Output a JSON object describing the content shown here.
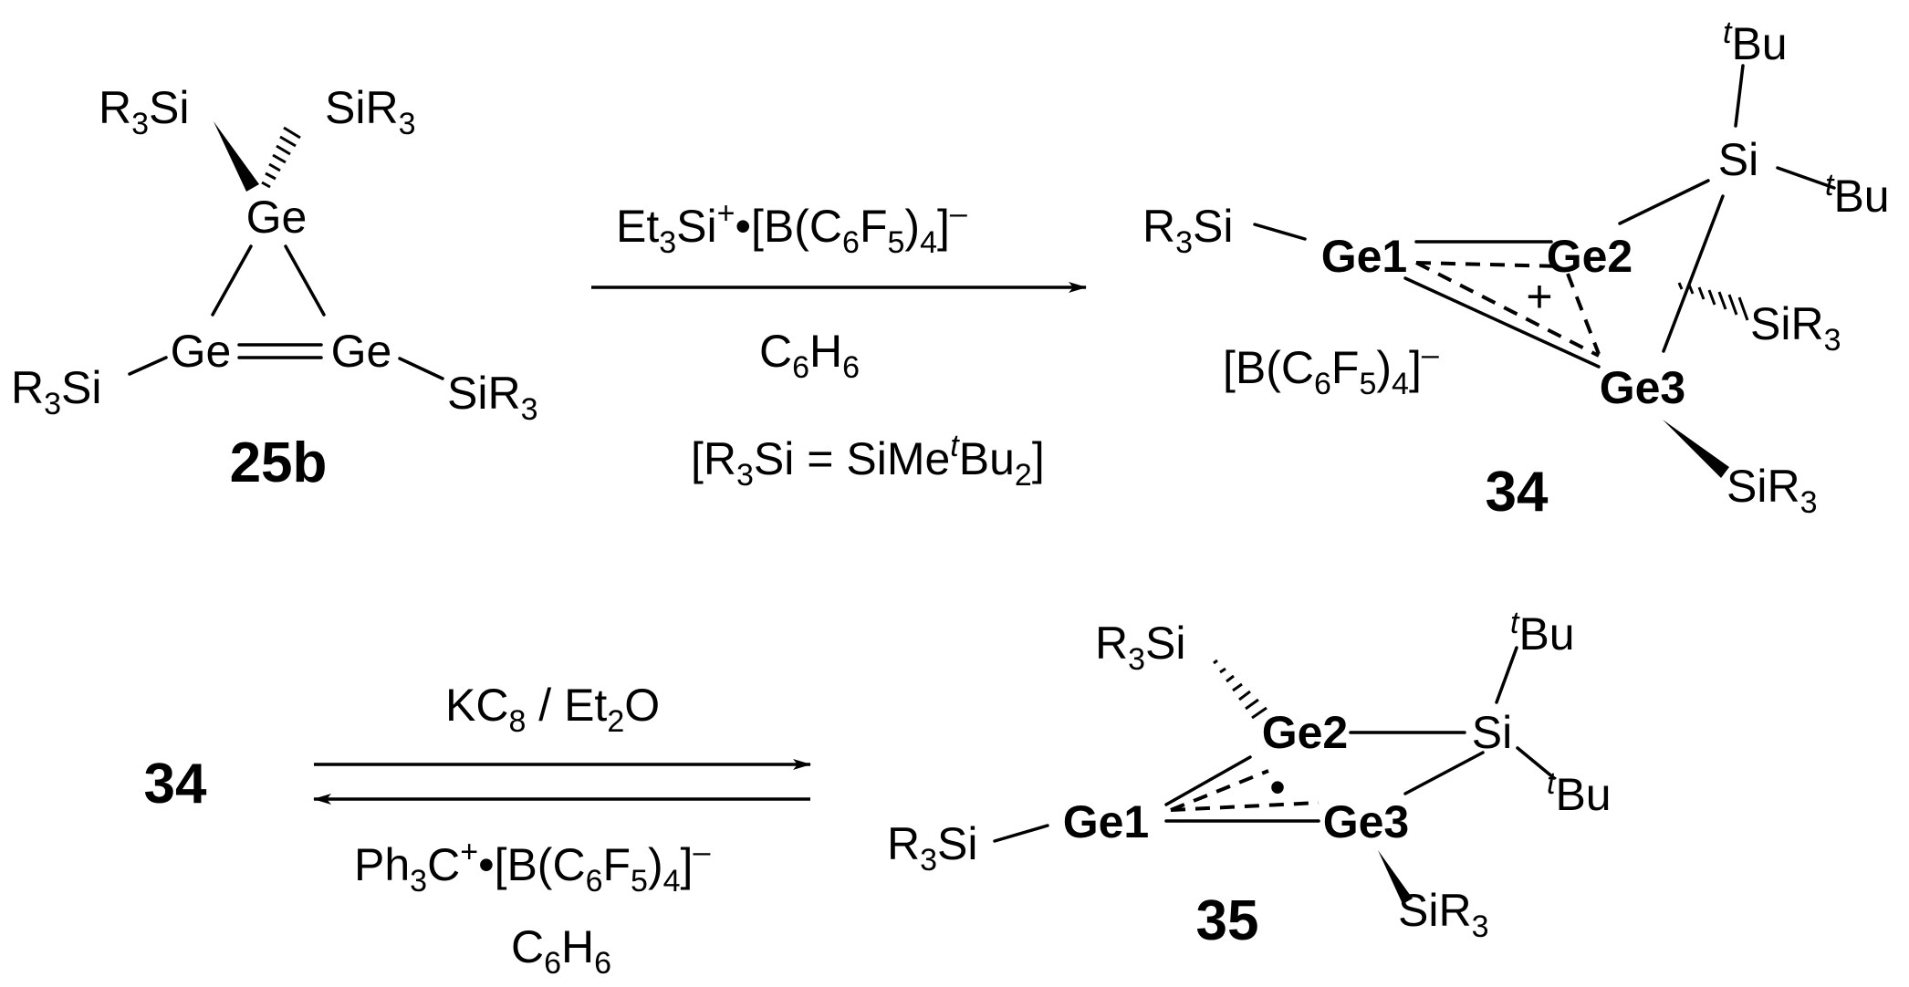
{
  "compounds": {
    "c25b": {
      "label": "25b",
      "atom_top": "Ge",
      "atom_left": "Ge",
      "atom_right": "Ge",
      "sub_top_left": {
        "main": "R",
        "n": "3",
        "end": "Si"
      },
      "sub_top_right": {
        "main": "SiR",
        "n": "3"
      },
      "sub_left": {
        "main": "R",
        "n": "3",
        "end": "Si"
      },
      "sub_right": {
        "main": "SiR",
        "n": "3"
      }
    },
    "c34": {
      "label": "34",
      "ge1": "Ge1",
      "ge2": "Ge2",
      "ge3": "Ge3",
      "si": "Si",
      "charge": "+",
      "tbu1": {
        "sup": "t",
        "main": "Bu"
      },
      "tbu2": {
        "sup": "t",
        "main": "Bu"
      },
      "sub_ge1": {
        "main": "R",
        "n": "3",
        "end": "Si"
      },
      "sub_ge3_a": {
        "main": "SiR",
        "n": "3"
      },
      "sub_ge3_b": {
        "main": "SiR",
        "n": "3"
      },
      "counterion": {
        "a": "[B(C",
        "n1": "6",
        "b": "F",
        "n2": "5",
        "c": ")",
        "n3": "4",
        "d": "]",
        "sup": "–"
      }
    },
    "c34_start": {
      "label": "34"
    },
    "c35": {
      "label": "35",
      "ge1": "Ge1",
      "ge2": "Ge2",
      "ge3": "Ge3",
      "si": "Si",
      "radical": "•",
      "tbu1": {
        "sup": "t",
        "main": "Bu"
      },
      "tbu2": {
        "sup": "t",
        "main": "Bu"
      },
      "sub_ge2": {
        "main": "R",
        "n": "3",
        "end": "Si"
      },
      "sub_ge1": {
        "main": "R",
        "n": "3",
        "end": "Si"
      },
      "sub_ge3": {
        "main": "SiR",
        "n": "3"
      }
    }
  },
  "reaction1": {
    "reagent": {
      "a": "Et",
      "n1": "3",
      "b": "Si",
      "sup1": "+",
      "c": "•[B(C",
      "n2": "6",
      "d": "F",
      "n3": "5",
      "e": ")",
      "n4": "4",
      "f": "]",
      "sup2": "–"
    },
    "solvent": {
      "a": "C",
      "n1": "6",
      "b": "H",
      "n2": "6"
    },
    "note": {
      "a": "[R",
      "n1": "3",
      "b": "Si = SiMe",
      "sup": "t",
      "c": "Bu",
      "n2": "2",
      "d": "]"
    }
  },
  "reaction2": {
    "forward": {
      "a": "KC",
      "n1": "8",
      "b": " / Et",
      "n2": "2",
      "c": "O"
    },
    "reverse_reagent": {
      "a": "Ph",
      "n1": "3",
      "b": "C",
      "sup1": "+",
      "c": "•[B(C",
      "n2": "6",
      "d": "F",
      "n3": "5",
      "e": ")",
      "n4": "4",
      "f": "]",
      "sup2": "–"
    },
    "reverse_solvent": {
      "a": "C",
      "n1": "6",
      "b": "H",
      "n2": "6"
    }
  }
}
